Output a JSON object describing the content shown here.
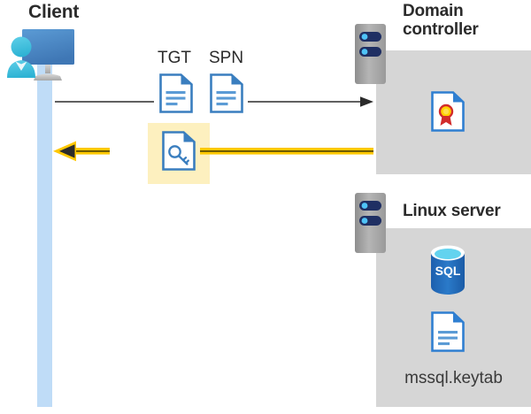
{
  "diagram": {
    "type": "kerberos-authentication-flow",
    "background": "#ffffff",
    "colors": {
      "panel_gray": "#d6d6d6",
      "highlight_yellow": "#fdf0bf",
      "arrow_gold": "#ffc800",
      "arrow_gray": "#4a4a4a",
      "doc_blue": "#3a7ebf",
      "lifeline_blue": "#bfdcf7",
      "title_text": "#2b2b2b",
      "sql_blue": "#1f6fc4",
      "cert_seal_yellow": "#ffd200",
      "cert_ribbon_red": "#d22b2b"
    }
  },
  "actors": {
    "client": {
      "title": "Client",
      "icon": "client-workstation-icon",
      "lifeline": "client-lifeline"
    },
    "domain_controller": {
      "title": "Domain controller",
      "title_line1": "Domain",
      "title_line2": "controller",
      "icon": "server-icon",
      "contents": [
        {
          "icon": "certificate-document-icon",
          "label": ""
        }
      ]
    },
    "linux_server": {
      "title": "Linux server",
      "icon": "server-icon",
      "contents": [
        {
          "icon": "sql-database-icon",
          "label": "SQL"
        },
        {
          "icon": "document-icon",
          "label": "mssql.keytab"
        }
      ]
    }
  },
  "flows": [
    {
      "id": "request",
      "direction": "client-to-domain-controller",
      "style": "thin-gray-arrow",
      "color": "#4a4a4a",
      "payload": [
        {
          "label": "TGT",
          "icon": "document-icon"
        },
        {
          "label": "SPN",
          "icon": "document-icon"
        }
      ]
    },
    {
      "id": "response",
      "direction": "domain-controller-to-client",
      "style": "thick-gold-arrow",
      "color": "#ffc800",
      "highlighted": true,
      "payload": [
        {
          "label": "",
          "icon": "service-ticket-key-document-icon"
        }
      ]
    }
  ],
  "labels": {
    "tgt": "TGT",
    "spn": "SPN",
    "sql": "SQL",
    "keytab_file": "mssql.keytab"
  }
}
